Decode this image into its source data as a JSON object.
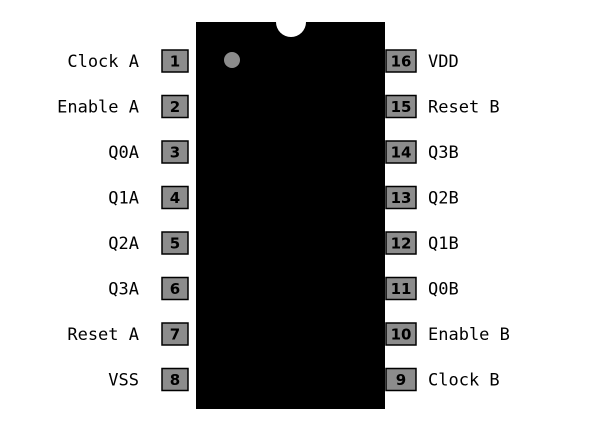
{
  "chip": {
    "body_color": "#000000",
    "pin_box_color": "#8c8c8c",
    "left_pins": [
      {
        "number": "1",
        "label": "Clock A"
      },
      {
        "number": "2",
        "label": "Enable A"
      },
      {
        "number": "3",
        "label": "Q0A"
      },
      {
        "number": "4",
        "label": "Q1A"
      },
      {
        "number": "5",
        "label": "Q2A"
      },
      {
        "number": "6",
        "label": "Q3A"
      },
      {
        "number": "7",
        "label": "Reset A"
      },
      {
        "number": "8",
        "label": "VSS"
      }
    ],
    "right_pins": [
      {
        "number": "16",
        "label": "VDD"
      },
      {
        "number": "15",
        "label": "Reset B"
      },
      {
        "number": "14",
        "label": "Q3B"
      },
      {
        "number": "13",
        "label": "Q2B"
      },
      {
        "number": "12",
        "label": "Q1B"
      },
      {
        "number": "11",
        "label": "Q0B"
      },
      {
        "number": "10",
        "label": "Enable B"
      },
      {
        "number": "9",
        "label": "Clock B"
      }
    ]
  }
}
